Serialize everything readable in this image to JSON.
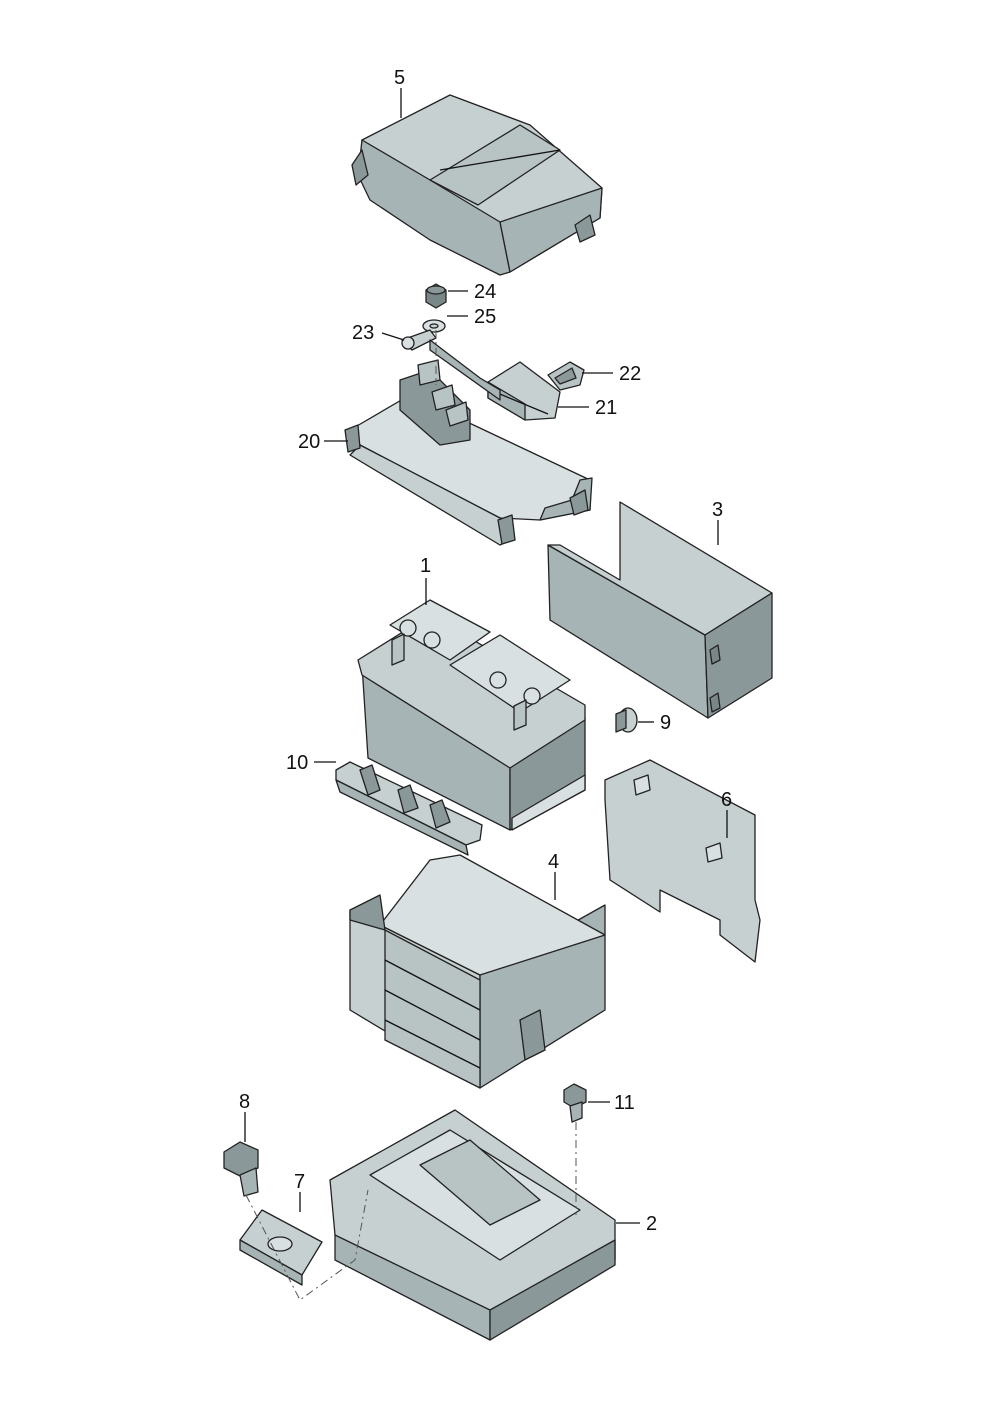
{
  "labels": {
    "l1": "1",
    "l2": "2",
    "l3": "3",
    "l4": "4",
    "l5": "5",
    "l6": "6",
    "l7": "7",
    "l8": "8",
    "l9": "9",
    "l10": "10",
    "l11": "11",
    "l20": "20",
    "l21": "21",
    "l22": "22",
    "l23": "23",
    "l24": "24",
    "l25": "25"
  },
  "colors": {
    "part_base": "#a7b4b6",
    "part_light": "#c6d0d1",
    "part_dark": "#8a9899"
  }
}
